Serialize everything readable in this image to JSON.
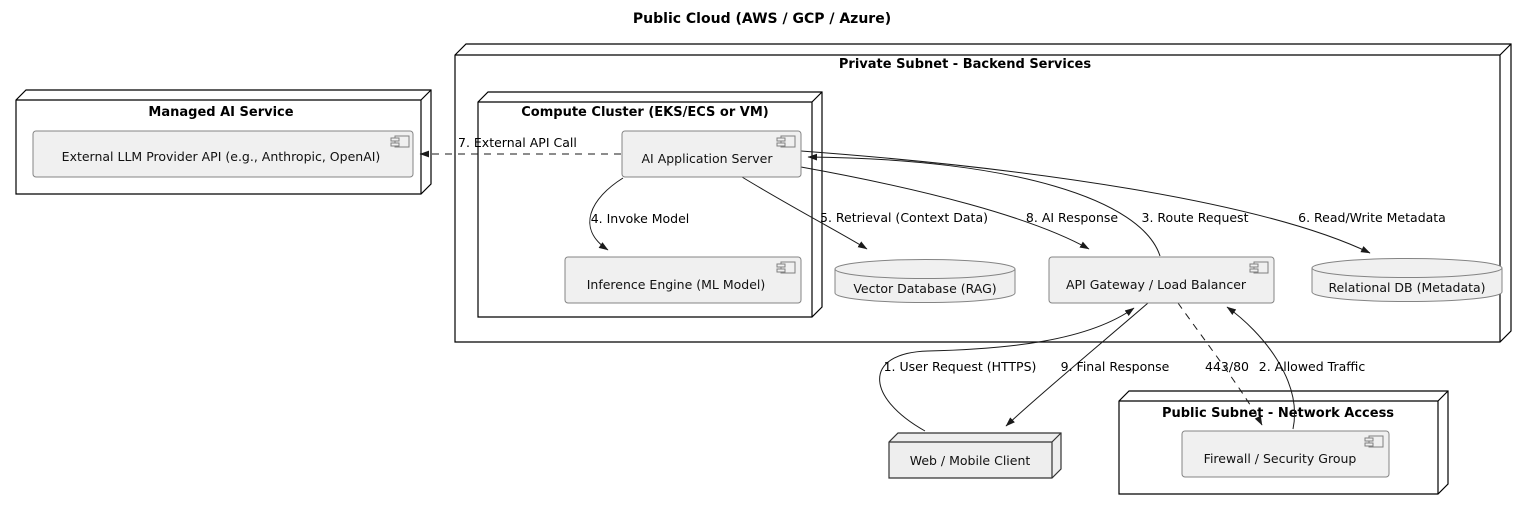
{
  "diagram_title": "Public Cloud (AWS / GCP / Azure)",
  "containers": {
    "managed_ai_service": {
      "label": "Managed AI Service"
    },
    "private_subnet": {
      "label": "Private Subnet - Backend Services"
    },
    "compute_cluster": {
      "label": "Compute Cluster (EKS/ECS or VM)"
    },
    "public_subnet": {
      "label": "Public Subnet - Network Access"
    }
  },
  "components": {
    "llm_api": {
      "label": "External LLM Provider API (e.g., Anthropic, OpenAI)",
      "kind": "component"
    },
    "app_server": {
      "label": "AI Application Server",
      "kind": "component"
    },
    "inference_engine": {
      "label": "Inference Engine (ML Model)",
      "kind": "component"
    },
    "api_gateway": {
      "label": "API Gateway / Load Balancer",
      "kind": "component"
    },
    "firewall": {
      "label": "Firewall / Security Group",
      "kind": "component"
    },
    "web_client": {
      "label": "Web / Mobile Client",
      "kind": "node"
    },
    "vector_db": {
      "label": "Vector Database (RAG)",
      "kind": "database"
    },
    "relational_db": {
      "label": "Relational DB (Metadata)",
      "kind": "database"
    }
  },
  "edges": [
    {
      "label": "1. User Request (HTTPS)",
      "from": "Web / Mobile Client",
      "to": "API Gateway / Load Balancer",
      "style": "solid"
    },
    {
      "label": "2. Allowed Traffic",
      "from": "Firewall / Security Group",
      "to": "API Gateway / Load Balancer",
      "style": "solid"
    },
    {
      "label": "3. Route Request",
      "from": "API Gateway / Load Balancer",
      "to": "AI Application Server",
      "style": "solid"
    },
    {
      "label": "4. Invoke Model",
      "from": "AI Application Server",
      "to": "Inference Engine (ML Model)",
      "style": "solid"
    },
    {
      "label": "5. Retrieval (Context Data)",
      "from": "AI Application Server",
      "to": "Vector Database (RAG)",
      "style": "solid"
    },
    {
      "label": "6. Read/Write Metadata",
      "from": "AI Application Server",
      "to": "Relational DB (Metadata)",
      "style": "solid"
    },
    {
      "label": "7. External API Call",
      "from": "AI Application Server",
      "to": "External LLM Provider API (e.g., Anthropic, OpenAI)",
      "style": "dashed"
    },
    {
      "label": "8. AI Response",
      "from": "AI Application Server",
      "to": "API Gateway / Load Balancer",
      "style": "solid"
    },
    {
      "label": "9. Final Response",
      "from": "API Gateway / Load Balancer",
      "to": "Web / Mobile Client",
      "style": "solid"
    },
    {
      "label": "443/80",
      "from": "API Gateway / Load Balancer",
      "to": "Firewall / Security Group",
      "style": "dashed"
    }
  ],
  "colors": {
    "background": "#ffffff",
    "node_border": "#000000",
    "node_fill": "#ffffff",
    "component_fill": "#f0f0f0",
    "component_border": "#848484",
    "client_fill": "#eeeeee",
    "edge": "#1a1a1a",
    "text": "#000000"
  }
}
